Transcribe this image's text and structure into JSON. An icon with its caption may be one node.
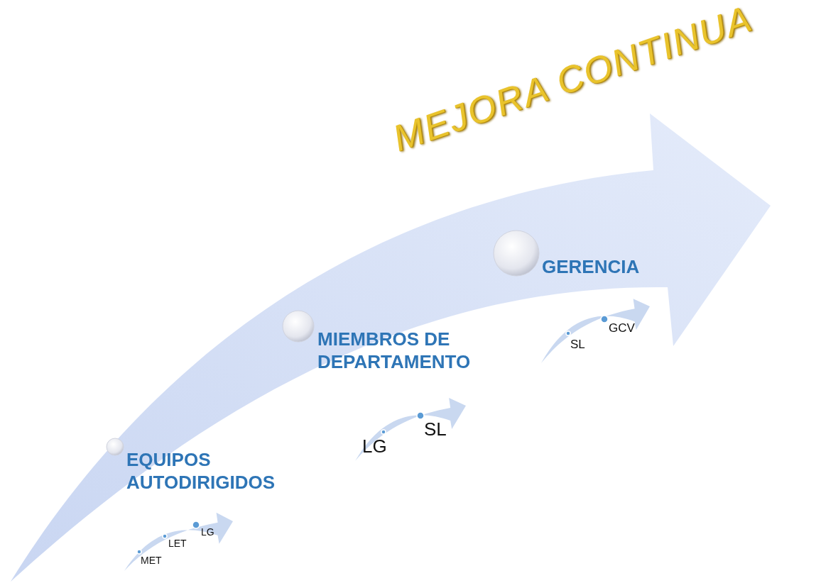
{
  "diagram": {
    "title": "MEJORA CONTINUA",
    "nodes": [
      {
        "text": [
          "EQUIPOS AUTODIRIGIDOS"
        ]
      },
      {
        "text": [
          "MIEMBROS DE DEPARTAMENTO"
        ]
      },
      {
        "text": [
          "GERENCIA"
        ]
      },
      {
        "text": [
          "MET"
        ]
      },
      {
        "text": [
          "LET"
        ]
      },
      {
        "text": [
          "LG"
        ]
      },
      {
        "text": [
          "LG"
        ]
      },
      {
        "text": [
          "SL"
        ]
      },
      {
        "text": [
          "SL"
        ]
      },
      {
        "text": [
          "GCV"
        ]
      }
    ]
  }
}
